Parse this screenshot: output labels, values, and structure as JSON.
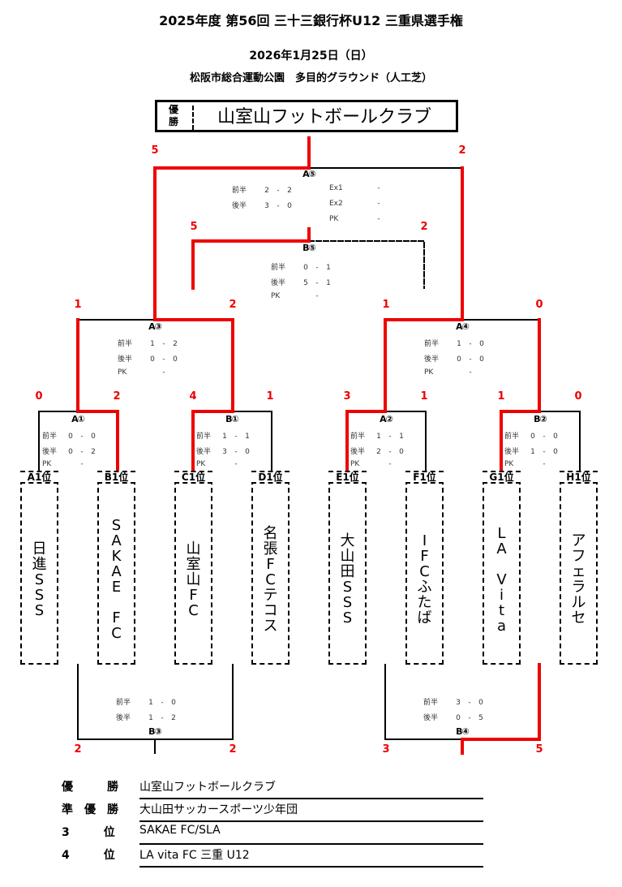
{
  "header": {
    "title": "2025年度 第56回 三十三銀行杯U12 三重県選手権",
    "date": "2026年1月25日（日）",
    "venue": "松阪市総合運動公園　多目的グラウンド（人工芝）"
  },
  "champion_box": {
    "label_line1": "優",
    "label_line2": "勝",
    "name": "山室山フットボールクラブ"
  },
  "colors": {
    "win_line": "#ee0000",
    "lose_line": "#000000",
    "score_text": "#ee0000"
  },
  "teams": [
    {
      "seed": "A1位",
      "name": [
        "日",
        "進",
        "S",
        "S",
        "S"
      ]
    },
    {
      "seed": "B1位",
      "name": [
        "S",
        "A",
        "K",
        "A",
        "E",
        "",
        "F",
        "C"
      ]
    },
    {
      "seed": "C1位",
      "name": [
        "山",
        "室",
        "山",
        "F",
        "C"
      ]
    },
    {
      "seed": "D1位",
      "name": [
        "名",
        "張",
        "F",
        "C",
        "テ",
        "コ",
        "ス"
      ]
    },
    {
      "seed": "E1位",
      "name": [
        "大",
        "山",
        "田",
        "S",
        "S",
        "S"
      ]
    },
    {
      "seed": "F1位",
      "name": [
        "I",
        "F",
        "C",
        "ふ",
        "た",
        "ば"
      ]
    },
    {
      "seed": "G1位",
      "name": [
        "L",
        "A",
        "",
        "V",
        "i",
        "t",
        "a"
      ]
    },
    {
      "seed": "H1位",
      "name": [
        "ア",
        "フ",
        "ェ",
        "ラ",
        "ル",
        "セ"
      ]
    }
  ],
  "matches": {
    "A1": {
      "label": "A①",
      "score_left": "0",
      "score_right": "2",
      "first_half": [
        "0",
        "0"
      ],
      "second_half": [
        "0",
        "2"
      ],
      "pk": "-"
    },
    "B1": {
      "label": "B①",
      "score_left": "4",
      "score_right": "1",
      "first_half": [
        "1",
        "1"
      ],
      "second_half": [
        "3",
        "0"
      ],
      "pk": "-"
    },
    "A2": {
      "label": "A②",
      "score_left": "3",
      "score_right": "1",
      "first_half": [
        "1",
        "1"
      ],
      "second_half": [
        "2",
        "0"
      ],
      "pk": "-"
    },
    "B2": {
      "label": "B②",
      "score_left": "1",
      "score_right": "0",
      "first_half": [
        "0",
        "0"
      ],
      "second_half": [
        "1",
        "0"
      ],
      "pk": "-"
    },
    "A3": {
      "label": "A③",
      "score_left": "1",
      "score_right": "2",
      "first_half": [
        "1",
        "2"
      ],
      "second_half": [
        "0",
        "0"
      ],
      "pk": "-"
    },
    "A4": {
      "label": "A④",
      "score_left": "1",
      "score_right": "0",
      "first_half": [
        "1",
        "0"
      ],
      "second_half": [
        "0",
        "0"
      ],
      "pk": "-"
    },
    "A5": {
      "label": "A⑤",
      "score_left": "5",
      "score_right": "2",
      "first_half": [
        "2",
        "2"
      ],
      "second_half": [
        "3",
        "0"
      ],
      "ex1": "-",
      "ex2": "-",
      "pk": "-"
    },
    "B5": {
      "label": "B⑤",
      "score_left": "5",
      "score_right": "2",
      "first_half": [
        "0",
        "1"
      ],
      "second_half": [
        "5",
        "1"
      ],
      "pk": "-"
    },
    "B3": {
      "label": "B③",
      "score_left": "2",
      "score_right": "2",
      "first_half": [
        "1",
        "0"
      ],
      "second_half": [
        "1",
        "2"
      ]
    },
    "B4": {
      "label": "B④",
      "score_left": "3",
      "score_right": "5",
      "first_half": [
        "3",
        "0"
      ],
      "second_half": [
        "0",
        "5"
      ]
    }
  },
  "labels": {
    "first_half": "前半",
    "second_half": "後半",
    "pk": "PK",
    "ex1": "Ex1",
    "ex2": "Ex2",
    "dash": "-"
  },
  "results": [
    {
      "rank": "優　　　勝",
      "team": "山室山フットボールクラブ"
    },
    {
      "rank": "準　優　勝",
      "team": "大山田サッカースポーツ少年団"
    },
    {
      "rank": "3　　　位",
      "team": "SAKAE FC/SLA"
    },
    {
      "rank": "4　　　位",
      "team": "LA vita FC 三重 U12"
    }
  ]
}
